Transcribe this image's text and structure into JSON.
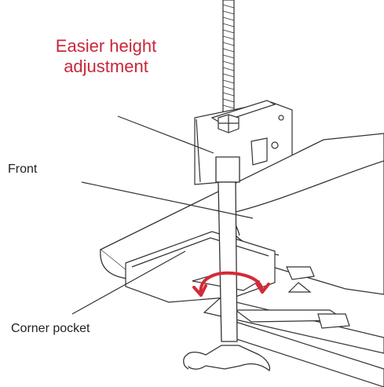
{
  "title": {
    "line1": "Easier height",
    "line2": "adjustment"
  },
  "labels": {
    "front": "Front",
    "corner_pocket": "Corner pocket"
  },
  "colors": {
    "title": "#c8273a",
    "arrow": "#d42a38",
    "line": "#333333",
    "label": "#222222"
  },
  "icons": {
    "rotation": "curved-double-arrow-icon"
  }
}
